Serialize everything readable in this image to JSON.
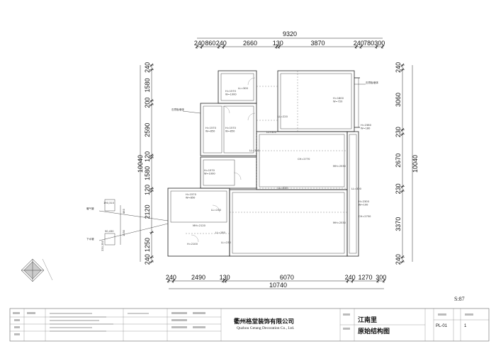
{
  "dims": {
    "total_top": "9320",
    "top_segments": [
      "240",
      "860",
      "240",
      "2660",
      "130",
      "3870",
      "240",
      "780",
      "300"
    ],
    "total_bottom": "10740",
    "bottom_segments": [
      "240",
      "2490",
      "130",
      "6070",
      "240",
      "1270",
      "300"
    ],
    "left_total": "10040",
    "left_segments": [
      "240",
      "1580",
      "200",
      "2590",
      "120",
      "1580",
      "120",
      "2120",
      "1250",
      "240"
    ],
    "right_total": "10040",
    "right_segments": [
      "240",
      "3060",
      "230",
      "2670",
      "230",
      "3370",
      "240"
    ]
  },
  "callouts": {
    "gypsum_top": "石膏板墙体",
    "gypsum_right": "石膏板墙体",
    "hot_water_pipe": "暖气管",
    "drain_pipe": "下水管",
    "small_190_310": "190,310",
    "small_90_430": "90,430",
    "small_460": "460",
    "small_1150": "1150",
    "small_330_350": "330,350"
  },
  "room_notes": [
    "H=1570 W=1000",
    "LL=300",
    "H=1600 W=720",
    "LL=220",
    "H=1570 W=850",
    "H=1570 W=850",
    "LL=300",
    "H=2380 W=180",
    "LL=300",
    "CH=2770",
    "MH=2530",
    "H=1570 W=1000",
    "LL=320",
    "LL=300",
    "H=1570 W=850",
    "LL=230",
    "H=2300 W=100",
    "CH=2750",
    "MH=2530",
    "MH=2120",
    "LL=180",
    "H=2100",
    "LL=230"
  ],
  "title_block": {
    "scale": "S:87",
    "company_cn": "衢州格堂装饰有限公司",
    "company_en": "Quzhou Getang Decoration Co., Ltd.",
    "project": "江南里",
    "drawing": "原始结构图",
    "drawing_no": "PL-01",
    "sheet_no": "1"
  },
  "colors": {
    "line": "#222222",
    "light": "#999999",
    "paper": "#ffffff"
  }
}
